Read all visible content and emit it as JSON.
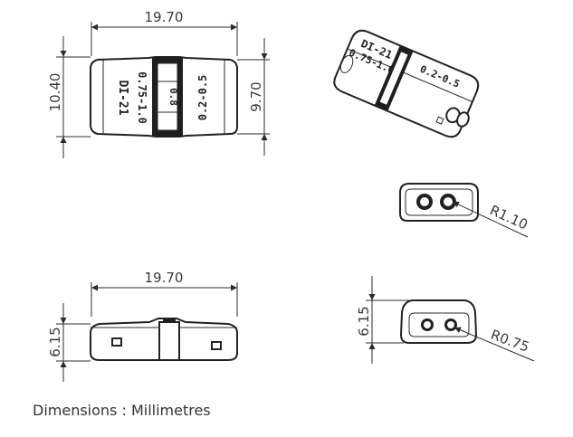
{
  "dimensions": {
    "top_width": "19.70",
    "top_height_outer": "10.40",
    "top_height_inner": "9.70",
    "side_width": "19.70",
    "side_height": "6.15",
    "end_height": "6.15",
    "radius_large": "R1.10",
    "radius_small": "R0.75"
  },
  "markings": {
    "part_code": "DI-21",
    "range_left": "0.75-1.0",
    "range_right": "0.2-0.5",
    "center": "0.8"
  },
  "caption": "Dimensions : Millimetres"
}
